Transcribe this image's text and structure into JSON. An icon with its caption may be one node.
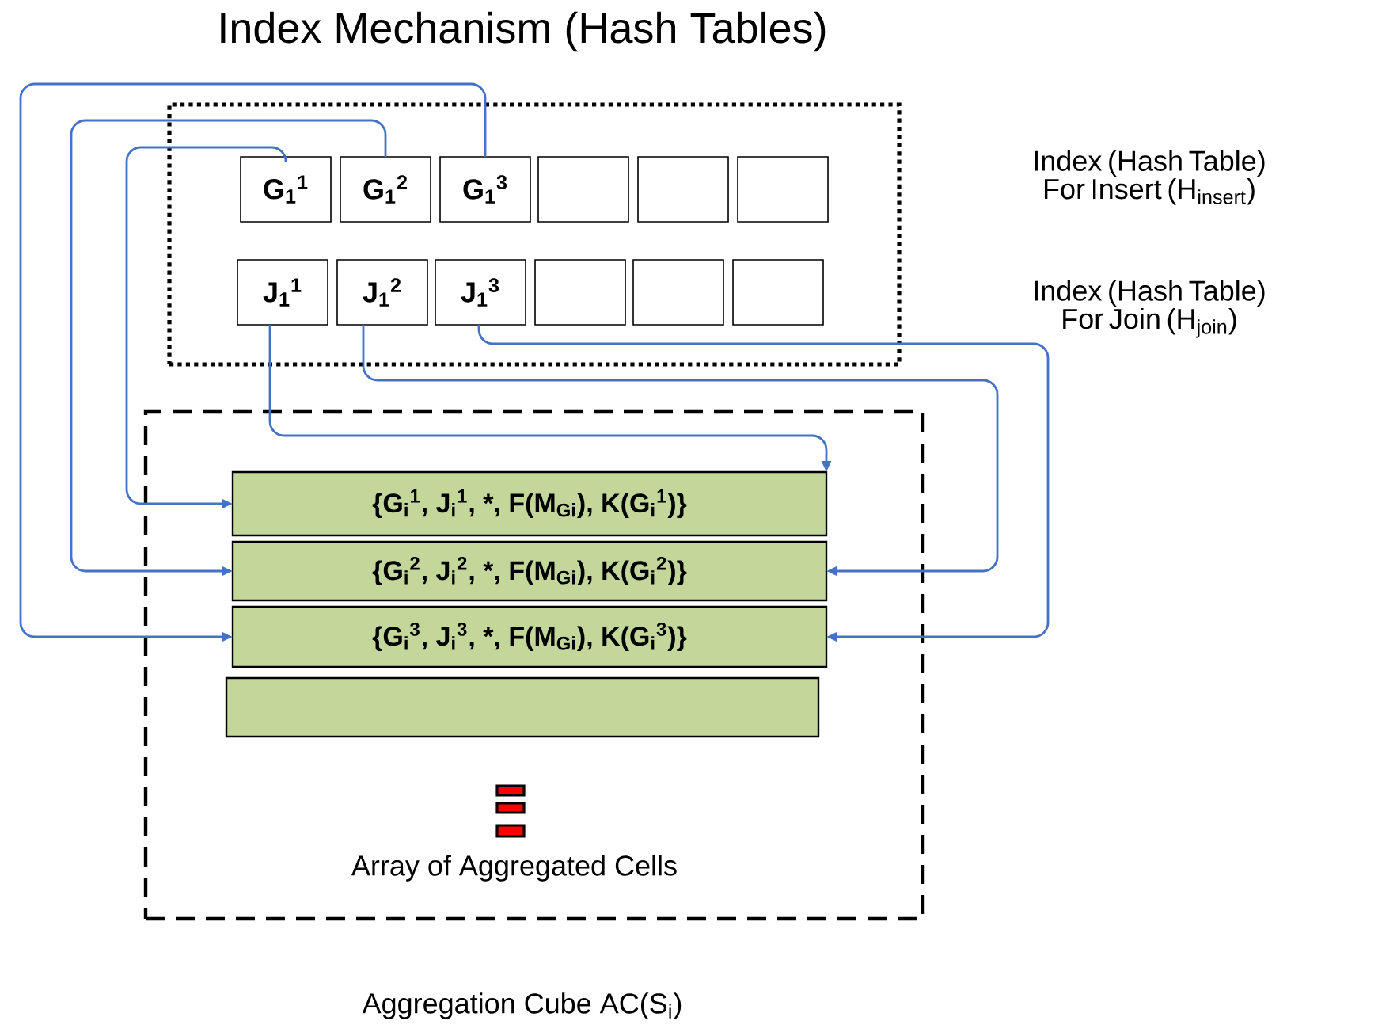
{
  "diagram": {
    "title": "Index Mechanism (Hash Tables)",
    "nodes": [
      {
        "text": [],
        "shape": "box"
      },
      {
        "text": [
          "G$_{1}$$^{1}$"
        ],
        "in": 0
      },
      {
        "text": [
          "G$_{1}$$^{2}$"
        ],
        "in": 0
      },
      {
        "text": [
          "G$_{1}$$^{3}$"
        ],
        "in": 0
      },
      {
        "text": [],
        "shape": "box",
        "in": 0
      },
      {
        "text": [],
        "shape": "box",
        "in": 0
      },
      {
        "text": [],
        "shape": "box",
        "in": 0
      },
      {
        "text": [
          "J$_{1}$$^{1}$"
        ],
        "in": 0
      },
      {
        "text": [
          "J$_{1}$$^{2}$"
        ],
        "in": 0
      },
      {
        "text": [
          "J$_{1}$$^{3}$"
        ],
        "in": 0
      },
      {
        "text": [],
        "shape": "box",
        "in": 0
      },
      {
        "text": [],
        "shape": "box",
        "in": 0
      },
      {
        "text": [],
        "shape": "box",
        "in": 0
      },
      {
        "text": [
          "Array of Aggregated Cells",
          "Aggregation Cube AC(S$_{i}$)"
        ]
      },
      {
        "text": [
          "{G$_{i}$$^{1}$, J$_{i}$$^{1}$, *, F(M$_{Gi}$), K(G$_{i}$$^{1}$)}"
        ],
        "in": 13
      },
      {
        "text": [
          "{G$_{i}$$^{2}$, J$_{i}$$^{2}$, *, F(M$_{Gi}$), K(G$_{i}$$^{2}$)}"
        ],
        "in": 13
      },
      {
        "text": [
          "{G$_{i}$$^{3}$, J$_{i}$$^{3}$, *, F(M$_{Gi}$), K(G$_{i}$$^{3}$)}"
        ],
        "in": 13
      },
      {
        "text": [],
        "shape": "bar",
        "in": 13
      }
    ],
    "edges": [
      {
        "from": 1,
        "to": 14,
        "arrow": "to"
      },
      {
        "from": 2,
        "to": 15,
        "arrow": "to"
      },
      {
        "from": 3,
        "to": 16,
        "arrow": "to"
      },
      {
        "from": 7,
        "to": 14,
        "arrow": "to"
      },
      {
        "from": 8,
        "to": 15,
        "arrow": "to"
      },
      {
        "from": 9,
        "to": 16,
        "arrow": "to"
      }
    ],
    "labels": [
      "Index (Hash Table) For Insert (H$_{insert}$)",
      "Index (Hash Table) For Join (H$_{join}$)"
    ]
  }
}
